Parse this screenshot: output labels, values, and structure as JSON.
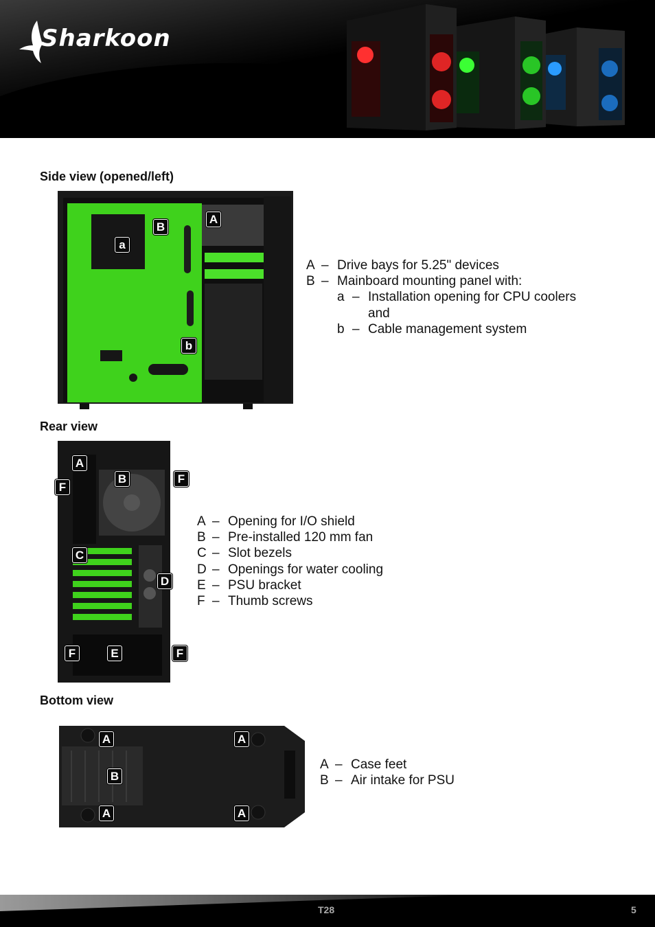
{
  "brand": {
    "logo_text": "Sharkoon"
  },
  "sections": [
    {
      "title": "Side view (opened/left)",
      "image_labels": [
        "A",
        "B",
        "a",
        "b"
      ],
      "legend": [
        {
          "key": "A",
          "dash": "–",
          "text": "Drive bays for 5.25\" devices"
        },
        {
          "key": "B",
          "dash": "–",
          "text": "Mainboard mounting panel with:"
        },
        {
          "key": "a",
          "dash": "–",
          "text": "Installation opening for CPU coolers",
          "sub": true
        },
        {
          "key": "",
          "dash": "",
          "text": "and",
          "sub": true
        },
        {
          "key": "b",
          "dash": "–",
          "text": "Cable management system",
          "sub": true
        }
      ]
    },
    {
      "title": "Rear view",
      "image_labels": [
        "A",
        "B",
        "F",
        "F",
        "C",
        "D",
        "F",
        "E",
        "F"
      ],
      "legend": [
        {
          "key": "A",
          "dash": "–",
          "text": "Opening for I/O shield"
        },
        {
          "key": "B",
          "dash": "–",
          "text": "Pre-installed 120 mm fan"
        },
        {
          "key": "C",
          "dash": "–",
          "text": "Slot bezels"
        },
        {
          "key": "D",
          "dash": "–",
          "text": "Openings for water cooling"
        },
        {
          "key": "E",
          "dash": "–",
          "text": "PSU bracket"
        },
        {
          "key": "F",
          "dash": "–",
          "text": "Thumb screws"
        }
      ]
    },
    {
      "title": "Bottom view",
      "image_labels": [
        "A",
        "A",
        "B",
        "A",
        "A"
      ],
      "legend": [
        {
          "key": "A",
          "dash": "–",
          "text": "Case feet"
        },
        {
          "key": "B",
          "dash": "–",
          "text": "Air intake for PSU"
        }
      ]
    }
  ],
  "footer": {
    "model": "T28",
    "page": "5"
  },
  "colors": {
    "accent_green": "#3fd21c",
    "case_black": "#141414"
  }
}
